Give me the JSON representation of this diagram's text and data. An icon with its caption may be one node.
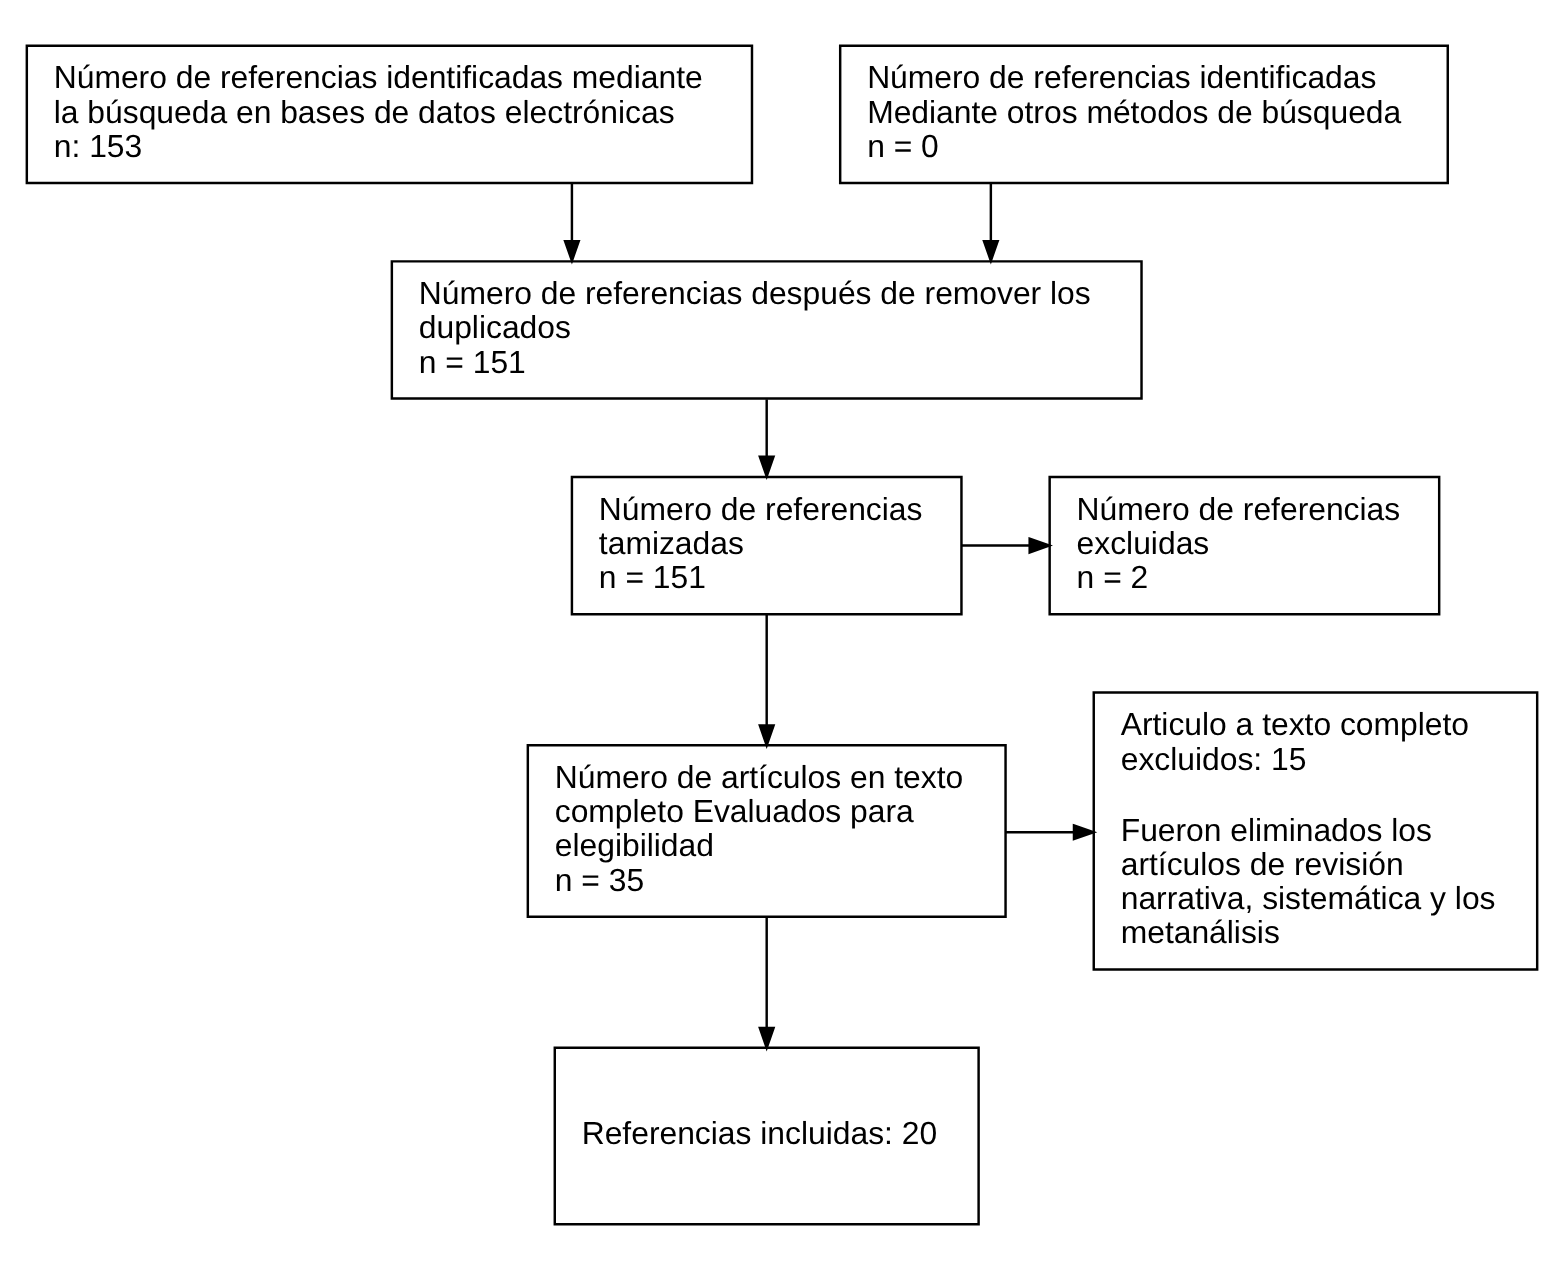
{
  "diagram": {
    "nodes": [
      {
        "text": [
          "Número de referencias identificadas mediante la búsqueda en bases de datos electrónicas",
          "n: 153"
        ]
      },
      {
        "text": [
          "Número de referencias identificadas Mediante otros métodos de búsqueda",
          "n = 0"
        ]
      },
      {
        "text": [
          "Número de referencias después de remover los duplicados",
          "n = 151"
        ]
      },
      {
        "text": [
          "Número de referencias tamizadas",
          "n = 151"
        ]
      },
      {
        "text": [
          "Número de referencias excluidas",
          "n = 2"
        ]
      },
      {
        "text": [
          "Número de artículos en texto completo Evaluados para elegibilidad",
          "n = 35"
        ]
      },
      {
        "text": [
          "Articulo a texto completo excluidos: 15",
          "Fueron eliminados los artículos de revisión narrativa, sistemática y los metanálisis"
        ]
      },
      {
        "text": [
          "Referencias incluidas: 20"
        ]
      }
    ],
    "edges": [
      {
        "from": 0,
        "to": 2,
        "arrow": "to"
      },
      {
        "from": 1,
        "to": 2,
        "arrow": "to"
      },
      {
        "from": 2,
        "to": 3,
        "arrow": "to"
      },
      {
        "from": 3,
        "to": 4,
        "arrow": "to"
      },
      {
        "from": 3,
        "to": 5,
        "arrow": "to"
      },
      {
        "from": 5,
        "to": 6,
        "arrow": "to"
      },
      {
        "from": 5,
        "to": 7,
        "arrow": "to"
      }
    ]
  }
}
